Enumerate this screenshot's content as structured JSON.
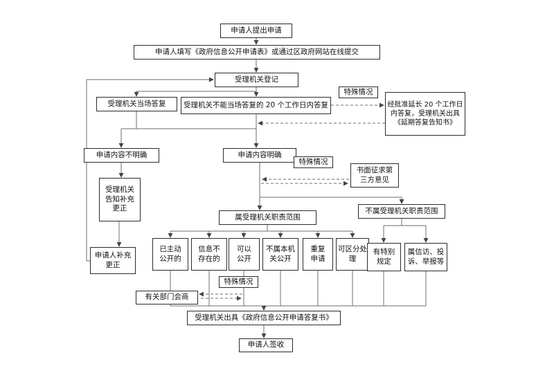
{
  "diagram": {
    "nodes": {
      "submit": {
        "label": "申请人提出申请"
      },
      "fill_form": {
        "label": "申请人填写《政府信息公开申请表》或通过区政府网站在线提交"
      },
      "register": {
        "label": "受理机关登记"
      },
      "onsite_reply": {
        "label": "受理机关当场答复"
      },
      "deferred_reply": {
        "label": "受理机关不能当场答复的 20 个工作日内答复"
      },
      "special_case_1": {
        "label": "特殊情况"
      },
      "extension": {
        "label": "经批准延长 20 个工作日内答复，受理机关出具《延期答复告知书》"
      },
      "content_unclear": {
        "label": "申请内容不明确"
      },
      "content_clear": {
        "label": "申请内容明确"
      },
      "special_case_2": {
        "label": "特殊情况"
      },
      "third_party": {
        "label": "书面征求第\n三方意见"
      },
      "notify_supplement": {
        "label": "受理机关\n告知补充\n更正"
      },
      "in_scope": {
        "label": "属受理机关职责范围"
      },
      "out_of_scope": {
        "label": "不属受理机关职责范围"
      },
      "applicant_supplement": {
        "label": "申请人补充\n更正"
      },
      "already_public": {
        "label": "已主动\n公开的"
      },
      "info_not_exist": {
        "label": "信息不\n存在的"
      },
      "can_disclose": {
        "label": "可以\n公开"
      },
      "not_this_agency": {
        "label": "不属本机\n关公开"
      },
      "duplicate_request": {
        "label": "重复\n申请"
      },
      "separable": {
        "label": "可区分处\n理"
      },
      "special_provisions": {
        "label": "有特别\n规定"
      },
      "petition_complaint": {
        "label": "属信访、投\n诉、举报等"
      },
      "special_case_3": {
        "label": "特殊情况"
      },
      "dept_consult": {
        "label": "有关部门会商"
      },
      "issue_reply": {
        "label": "受理机关出具《政府信息公开申请答复书》"
      },
      "sign_receipt": {
        "label": "申请人签收"
      }
    },
    "line_color": "#6e6e6e",
    "arrow_color": "#444444"
  }
}
